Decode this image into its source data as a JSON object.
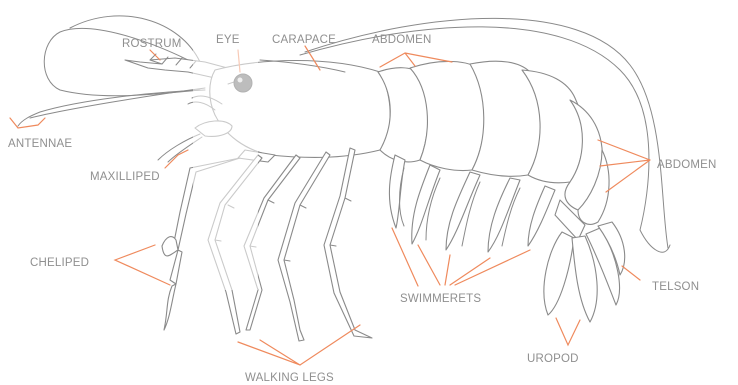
{
  "labels": {
    "rostrum": "ROSTRUM",
    "eye": "EYE",
    "carapace": "CARAPACE",
    "abdomen_top": "ABDOMEN",
    "antennae": "ANTENNAE",
    "maxilliped": "MAXILLIPED",
    "abdomen_right": "ABDOMEN",
    "cheliped": "CHELIPED",
    "swimmerets": "SWIMMERETS",
    "telson": "TELSON",
    "uropod": "UROPOD",
    "walking_legs": "WALKING LEGS"
  },
  "colors": {
    "leader": "#ef8a5d",
    "outline": "#8a8a8a",
    "label_text": "#8f8f8f",
    "background": "#ffffff"
  }
}
